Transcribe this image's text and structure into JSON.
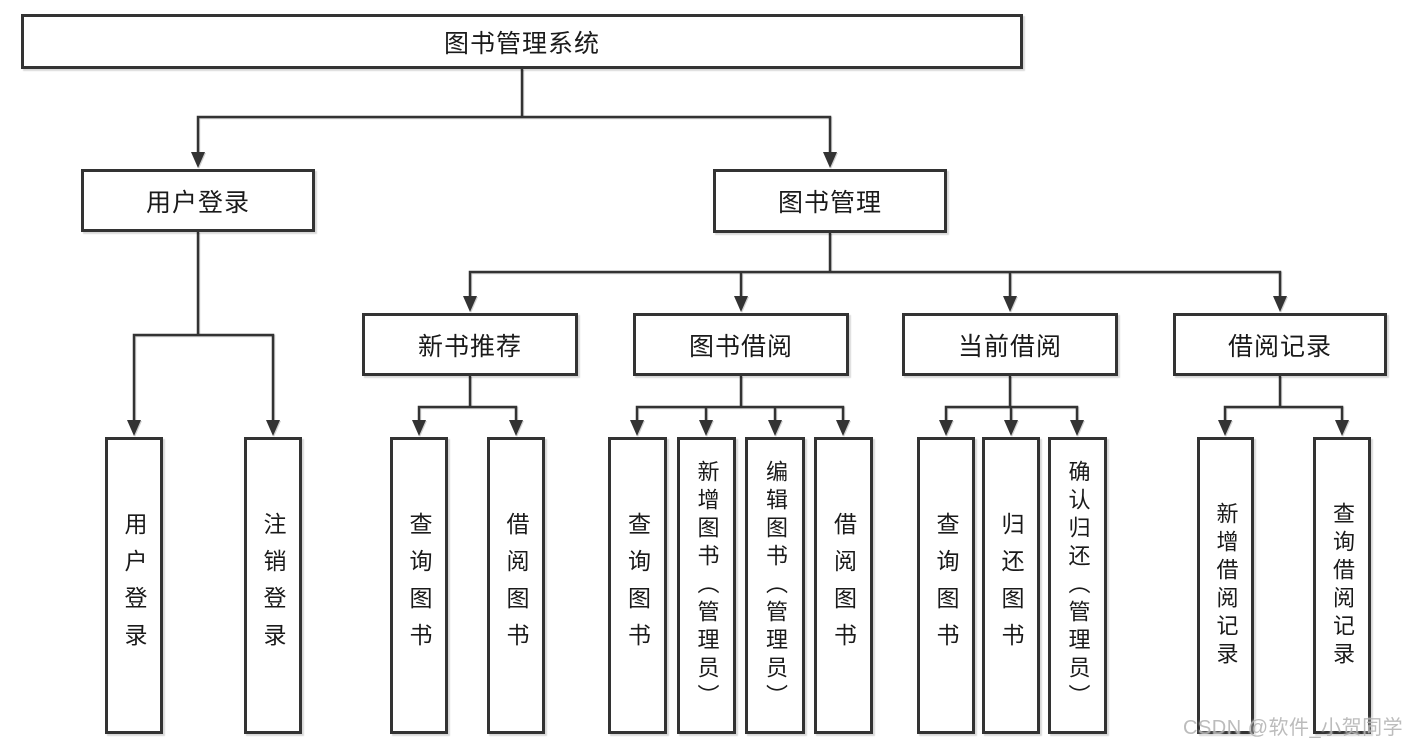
{
  "diagram": {
    "root": {
      "label": "图书管理系统"
    },
    "level2": {
      "user_login": {
        "label": "用户登录"
      },
      "book_management": {
        "label": "图书管理"
      }
    },
    "level3": {
      "new_book_recommend": {
        "label": "新书推荐"
      },
      "book_borrow": {
        "label": "图书借阅"
      },
      "current_borrow": {
        "label": "当前借阅"
      },
      "borrow_record": {
        "label": "借阅记录"
      }
    },
    "leaves": {
      "user_login": {
        "label": "用户登录"
      },
      "logout": {
        "label": "注销登录"
      },
      "recommend_query_book": {
        "label": "查询图书"
      },
      "recommend_borrow_book": {
        "label": "借阅图书"
      },
      "borrow_query_book": {
        "label": "查询图书"
      },
      "borrow_add_book": {
        "label": "新增图书（管理员）"
      },
      "borrow_edit_book": {
        "label": "编辑图书（管理员）"
      },
      "borrow_borrow_book": {
        "label": "借阅图书"
      },
      "current_query_book": {
        "label": "查询图书"
      },
      "current_return_book": {
        "label": "归还图书"
      },
      "current_confirm_return": {
        "label": "确认归还（管理员）"
      },
      "record_add_record": {
        "label": "新增借阅记录"
      },
      "record_query_record": {
        "label": "查询借阅记录"
      }
    }
  },
  "watermark": {
    "text": "CSDN @软件_小贺同学"
  },
  "colors": {
    "line": "#333333",
    "text": "#1a1a1a",
    "watermark": "#b5b5b5",
    "background": "#ffffff"
  }
}
